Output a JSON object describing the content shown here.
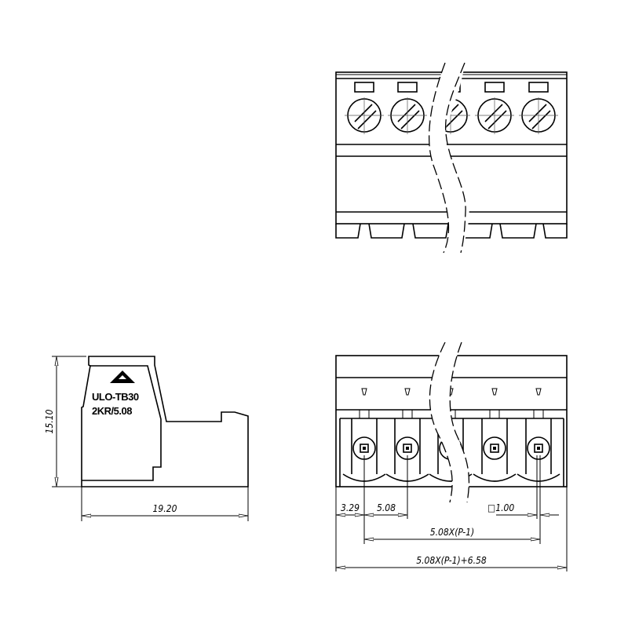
{
  "side_view": {
    "marking_line1": "ULO-TB30",
    "marking_line2": "2KR/5.08",
    "height_dim": "15.10",
    "width_dim": "19.20"
  },
  "front_view": {
    "edge_to_pin_dim": "3.29",
    "pitch_dim": "5.08",
    "pin_square_dim": "□1.00",
    "pin_span_dim": "5.08X(P-1)",
    "overall_dim": "5.08X(P-1)+6.58"
  },
  "pin_count_shown": 5
}
